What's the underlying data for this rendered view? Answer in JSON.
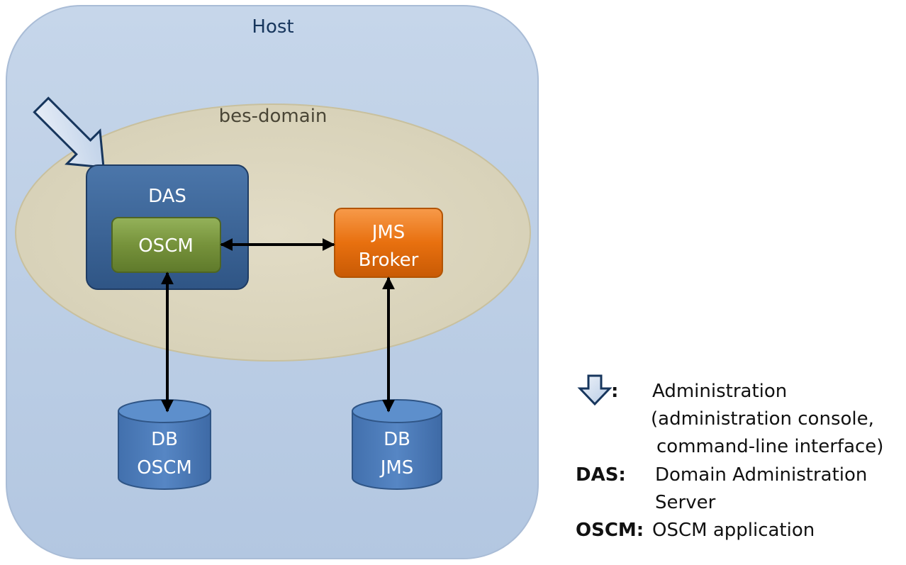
{
  "diagram": {
    "host_label": "Host",
    "domain_label": "bes-domain",
    "das_label": "DAS",
    "oscm_label": "OSCM",
    "jms_label_line1": "JMS",
    "jms_label_line2": "Broker",
    "db_oscm_line1": "DB",
    "db_oscm_line2": "OSCM",
    "db_jms_line1": "DB",
    "db_jms_line2": "JMS"
  },
  "legend": {
    "admin_key": ":",
    "admin_line1": "Administration",
    "admin_line2": "(administration console,",
    "admin_line3": "command-line interface)",
    "das_key": "DAS:",
    "das_line1": "Domain Administration",
    "das_line2": "Server",
    "oscm_key": "OSCM:",
    "oscm_desc": "OSCM application"
  },
  "colors": {
    "host_fill": "#b8cce4",
    "domain_fill": "#ddd9c3",
    "das_fill": "#3b6496",
    "oscm_fill": "#77933c",
    "jms_fill": "#e36c0a",
    "db_fill": "#4f81bd"
  }
}
